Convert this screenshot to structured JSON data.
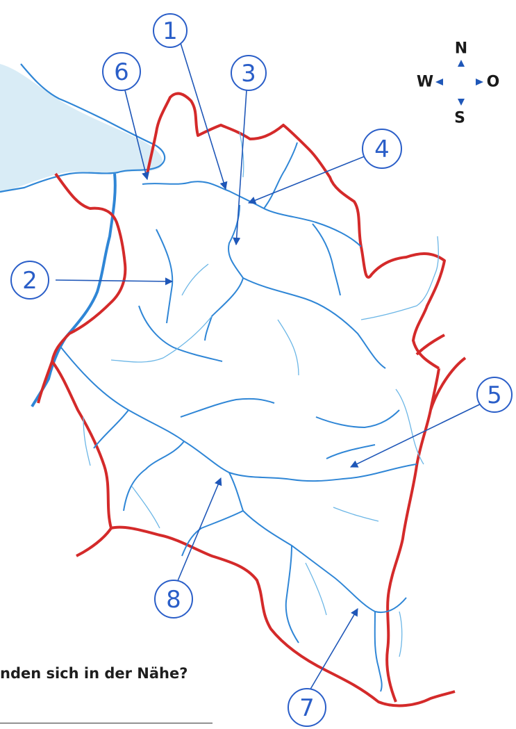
{
  "compass": {
    "north": "N",
    "south": "S",
    "west": "W",
    "east": "O"
  },
  "labels": [
    {
      "id": "1",
      "text": "1"
    },
    {
      "id": "2",
      "text": "2"
    },
    {
      "id": "3",
      "text": "3"
    },
    {
      "id": "4",
      "text": "4"
    },
    {
      "id": "5",
      "text": "5"
    },
    {
      "id": "6",
      "text": "6"
    },
    {
      "id": "7",
      "text": "7"
    },
    {
      "id": "8",
      "text": "8"
    }
  ],
  "question": "nden sich in der Nähe?",
  "colors": {
    "border": "#d42a2a",
    "river": "#2f86d6",
    "lake": "#d9ecf6",
    "label": "#2a5ec8",
    "compass_arrow": "#1f57b8"
  }
}
